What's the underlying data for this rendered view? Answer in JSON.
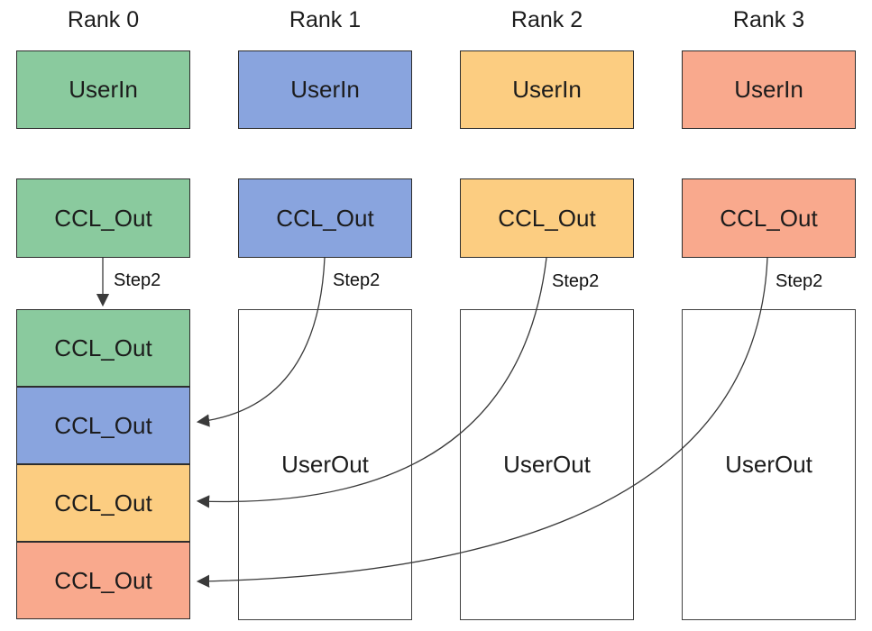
{
  "columns": [
    {
      "title": "Rank 0",
      "color": "#8ACA9E",
      "user_in_label": "UserIn",
      "ccl_out_label": "CCL_Out",
      "step_label": "Step2"
    },
    {
      "title": "Rank 1",
      "color": "#89A4DE",
      "user_in_label": "UserIn",
      "ccl_out_label": "CCL_Out",
      "step_label": "Step2",
      "user_out_label": "UserOut"
    },
    {
      "title": "Rank 2",
      "color": "#FCCD81",
      "user_in_label": "UserIn",
      "ccl_out_label": "CCL_Out",
      "step_label": "Step2",
      "user_out_label": "UserOut"
    },
    {
      "title": "Rank 3",
      "color": "#F9A98D",
      "user_in_label": "UserIn",
      "ccl_out_label": "CCL_Out",
      "step_label": "Step2",
      "user_out_label": "UserOut"
    }
  ],
  "rank0_stack": [
    {
      "label": "CCL_Out",
      "color": "#8ACA9E"
    },
    {
      "label": "CCL_Out",
      "color": "#89A4DE"
    },
    {
      "label": "CCL_Out",
      "color": "#FCCD81"
    },
    {
      "label": "CCL_Out",
      "color": "#F9A98D"
    }
  ],
  "arrow_color": "#3a3a3a"
}
